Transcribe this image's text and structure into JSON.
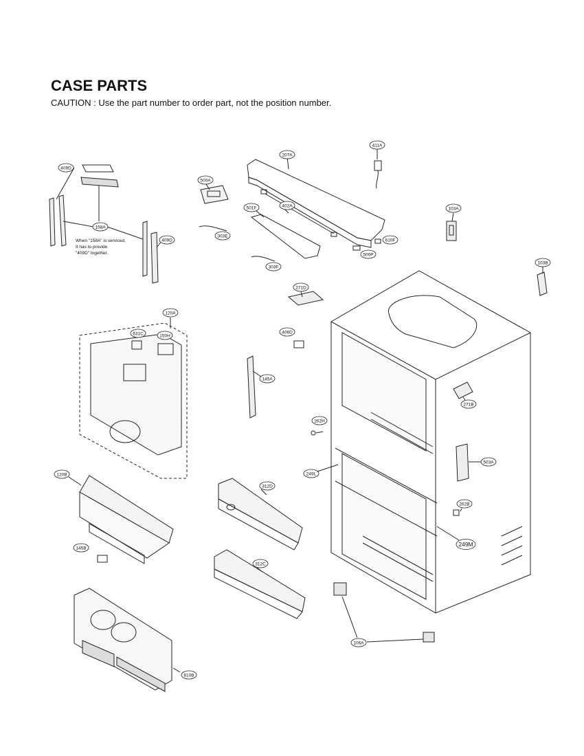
{
  "page": {
    "title": "CASE PARTS",
    "caution": "CAUTION : Use the part number to order part, not the position number."
  },
  "note": {
    "line1": "When \"158A\" is serviced,",
    "line2": "It has to provide",
    "line3": "\"409D\" together."
  },
  "labels": {
    "l409d_top": "409D",
    "l158a": "158A",
    "l409d_right": "409D",
    "l500a": "500A",
    "l207a": "207A",
    "l411a": "411A",
    "l402a": "402A",
    "l501f": "501F",
    "l303e": "303E",
    "l303f": "303F",
    "l610f": "610F",
    "l500p": "500P",
    "l103a": "103A",
    "l103b": "103B",
    "l271d": "271D",
    "l406d": "406D",
    "l271b": "271B",
    "l120a": "120A",
    "l631c": "631C",
    "l150h": "150H",
    "l145a": "145A",
    "l262h": "262H",
    "l503a": "503A",
    "l249l": "249L",
    "l120b": "120B",
    "l312d": "312D",
    "l262b": "262B",
    "l249m": "249M",
    "l145b": "145B",
    "l312c": "312C",
    "l106a": "106A",
    "l810b": "810B"
  }
}
